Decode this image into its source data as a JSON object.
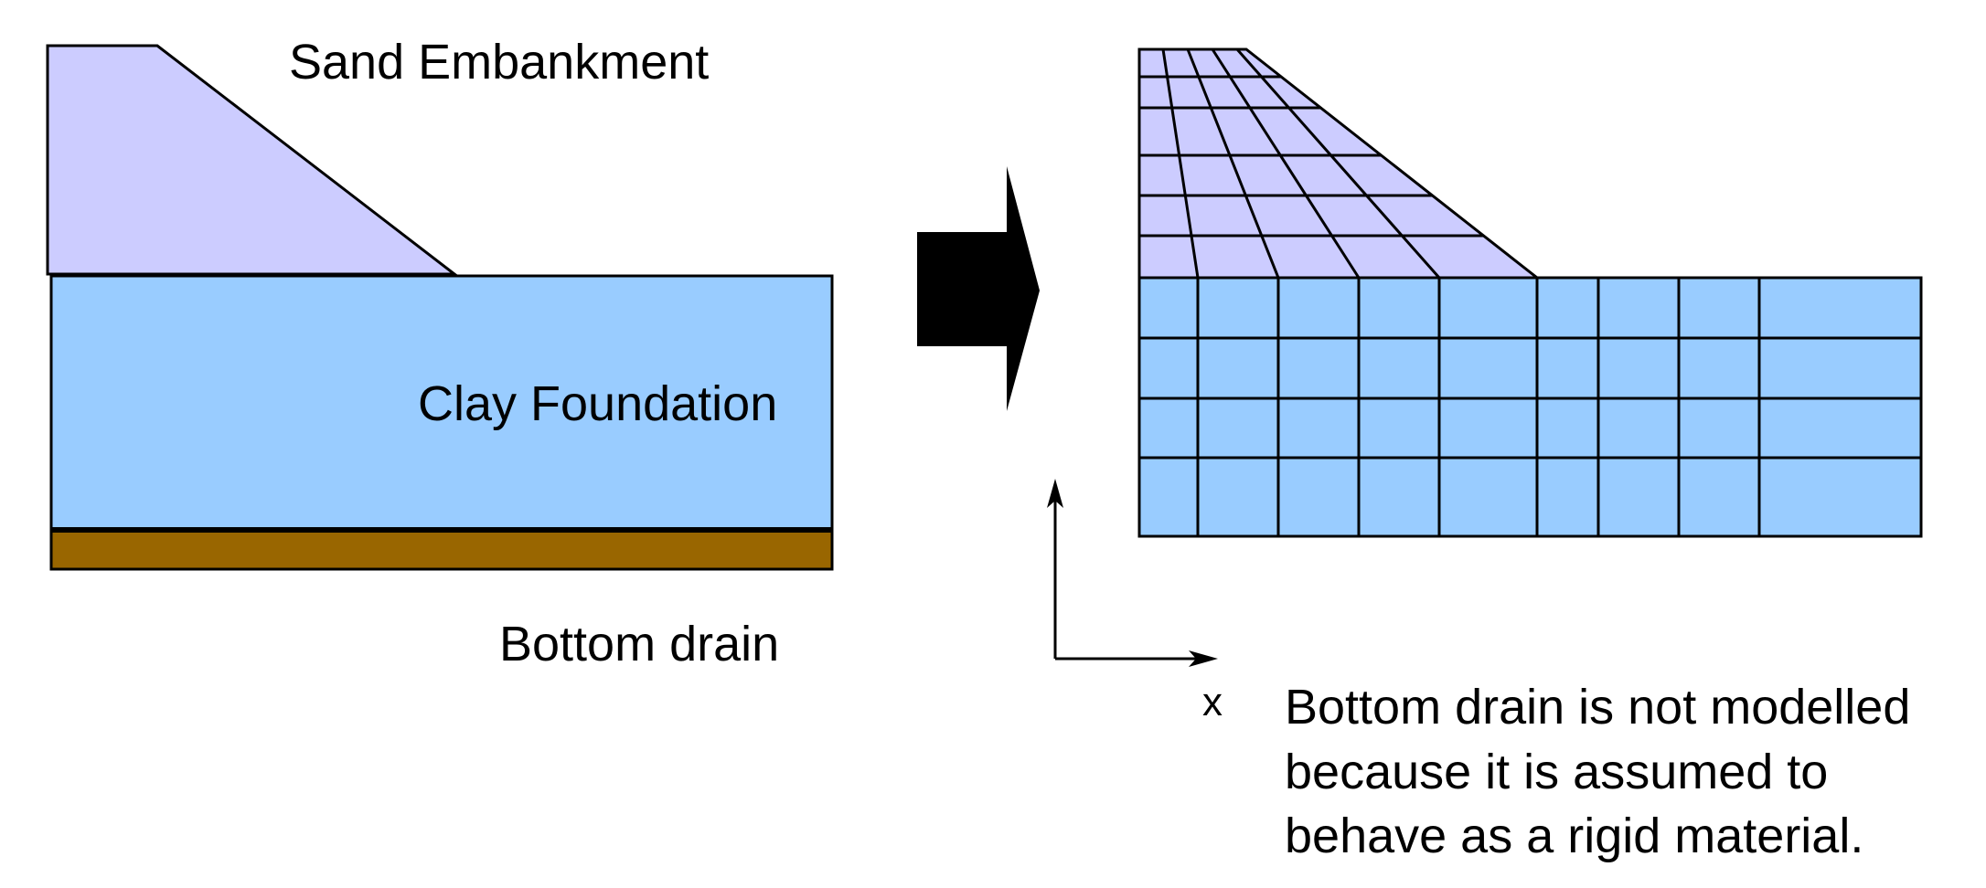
{
  "labels": {
    "sand_embankment": "Sand Embankment",
    "clay_foundation": "Clay Foundation",
    "bottom_drain": "Bottom drain",
    "axis_x": "x",
    "note_lines": [
      "Bottom drain is not modelled",
      "because it is assumed to",
      "behave as a rigid material."
    ]
  },
  "colors": {
    "embankment": "#ccccff",
    "foundation": "#99ccff",
    "drain": "#996600",
    "outline": "#000000",
    "arrow": "#000000"
  },
  "mesh": {
    "foundation_columns": 9,
    "foundation_rows": 4,
    "embankment_rows": 6
  }
}
